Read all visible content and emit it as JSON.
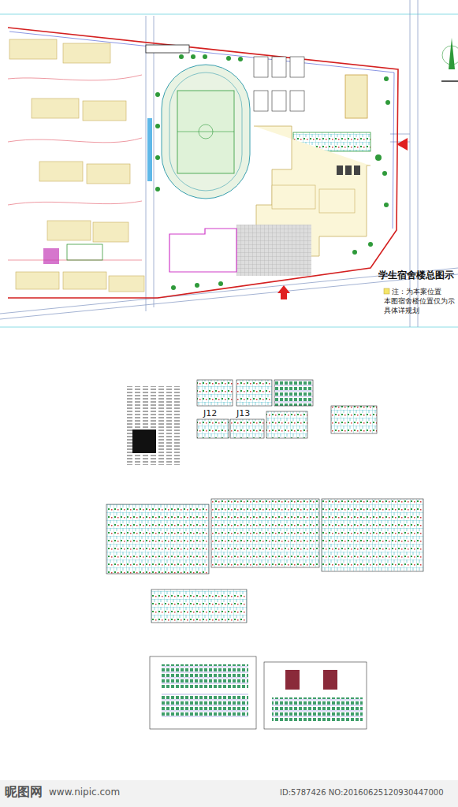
{
  "diagram": {
    "title": "学生宿舍楼总图示",
    "labels": [
      "本图宿舍楼位置仅为示",
      "具体详规划",
      "J12",
      "J13",
      "昵图网",
      "www.nipic.com",
      "ID:5787426 NO:20160625120930447000"
    ],
    "legend": [
      {
        "text": "注：为本案位置",
        "color": "#f5e66a"
      }
    ]
  }
}
